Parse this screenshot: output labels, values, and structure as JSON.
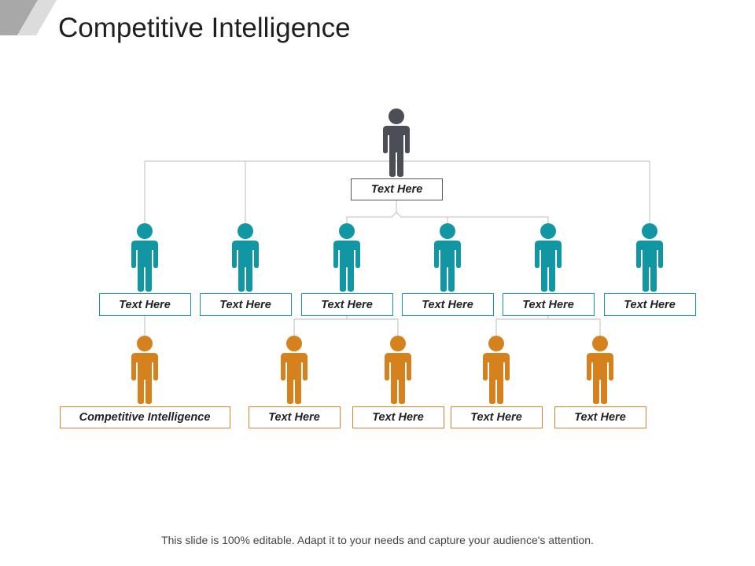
{
  "slide": {
    "title": "Competitive Intelligence",
    "footer": "This slide is 100% editable. Adapt it to your needs and capture your audience's attention."
  },
  "colors": {
    "dark": "#4b4e55",
    "teal": "#1196a4",
    "orange": "#d4811e",
    "connector": "#c9c9c9"
  },
  "icons": {
    "person": "person-icon"
  },
  "tree": {
    "root": {
      "label": "Text Here"
    },
    "level1": [
      {
        "label": "Text Here"
      },
      {
        "label": "Text Here"
      },
      {
        "label": "Text Here"
      },
      {
        "label": "Text Here"
      },
      {
        "label": "Text Here"
      },
      {
        "label": "Text Here"
      }
    ],
    "level2": [
      {
        "label": "Competitive Intelligence",
        "parent": 0
      },
      {
        "label": "Text Here",
        "parent": 2
      },
      {
        "label": "Text Here",
        "parent": 2
      },
      {
        "label": "Text Here",
        "parent": 4
      },
      {
        "label": "Text Here",
        "parent": 4
      }
    ]
  }
}
